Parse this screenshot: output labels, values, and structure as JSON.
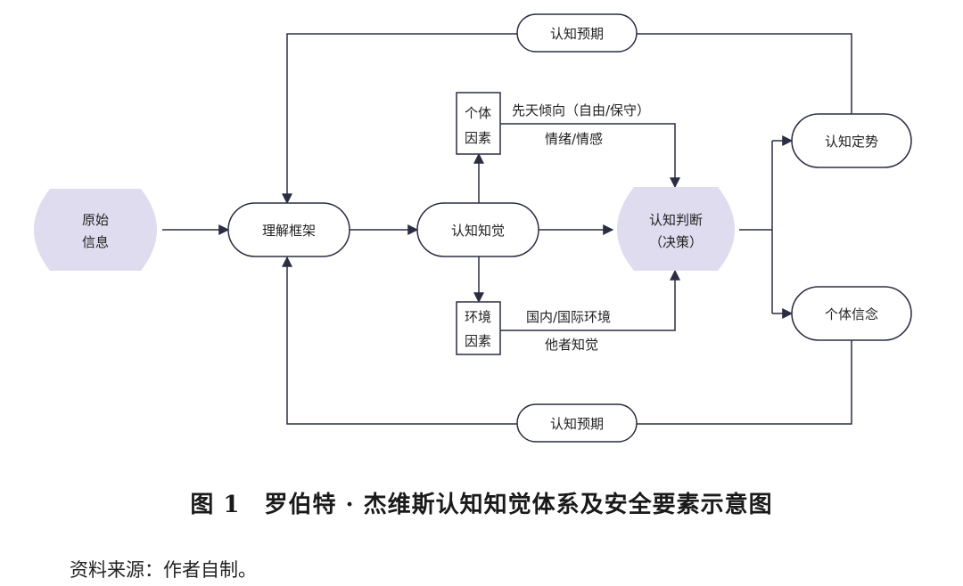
{
  "nodes": {
    "original_info": {
      "line1": "原始",
      "line2": "信息"
    },
    "frame": "理解框架",
    "perception": "认知知觉",
    "judgement": {
      "line1": "认知判断",
      "line2": "（决策）"
    },
    "set": "认知定势",
    "belief": "个体信念",
    "expect_top": "认知预期",
    "expect_bottom": "认知预期",
    "individual": {
      "line1": "个体",
      "line2": "因素"
    },
    "environment": {
      "line1": "环境",
      "line2": "因素"
    }
  },
  "labels": {
    "ind_1": "先天倾向（自由/保守）",
    "ind_2": "情绪/情感",
    "env_1": "国内/国际环境",
    "env_2": "他者知觉"
  },
  "caption": "图 1　罗伯特 · 杰维斯认知知觉体系及安全要素示意图",
  "source": "资料来源：作者自制。",
  "colors": {
    "line": "#2b2d42",
    "shape_fill": "#dfdcef"
  }
}
